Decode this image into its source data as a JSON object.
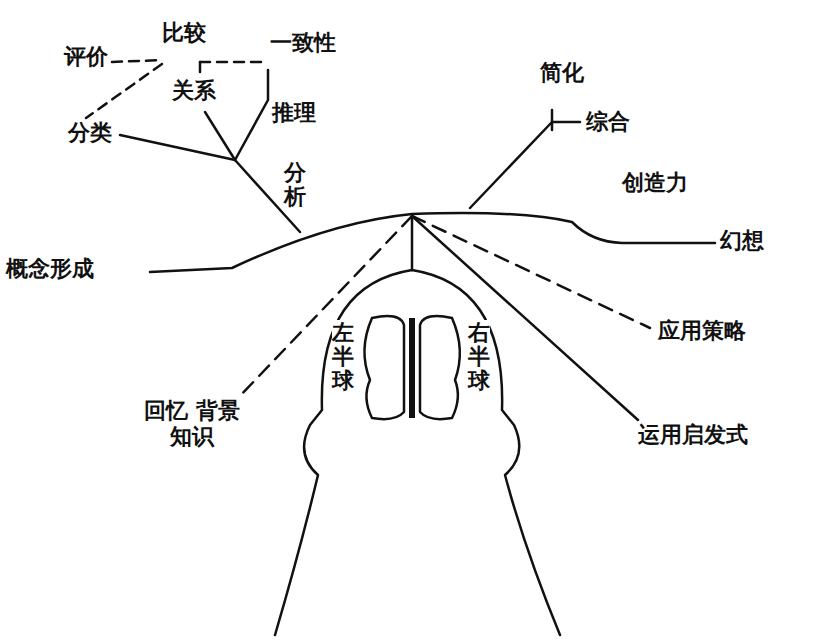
{
  "diagram": {
    "labels": [
      "评价",
      "比较",
      "一致性",
      "关系",
      "推理",
      "分类",
      "分析",
      "概念形成",
      "简化",
      "综合",
      "创造力",
      "幻想",
      "应用策略",
      "运用启发式",
      "回忆 背景知识",
      "左半球",
      "右半球"
    ]
  }
}
